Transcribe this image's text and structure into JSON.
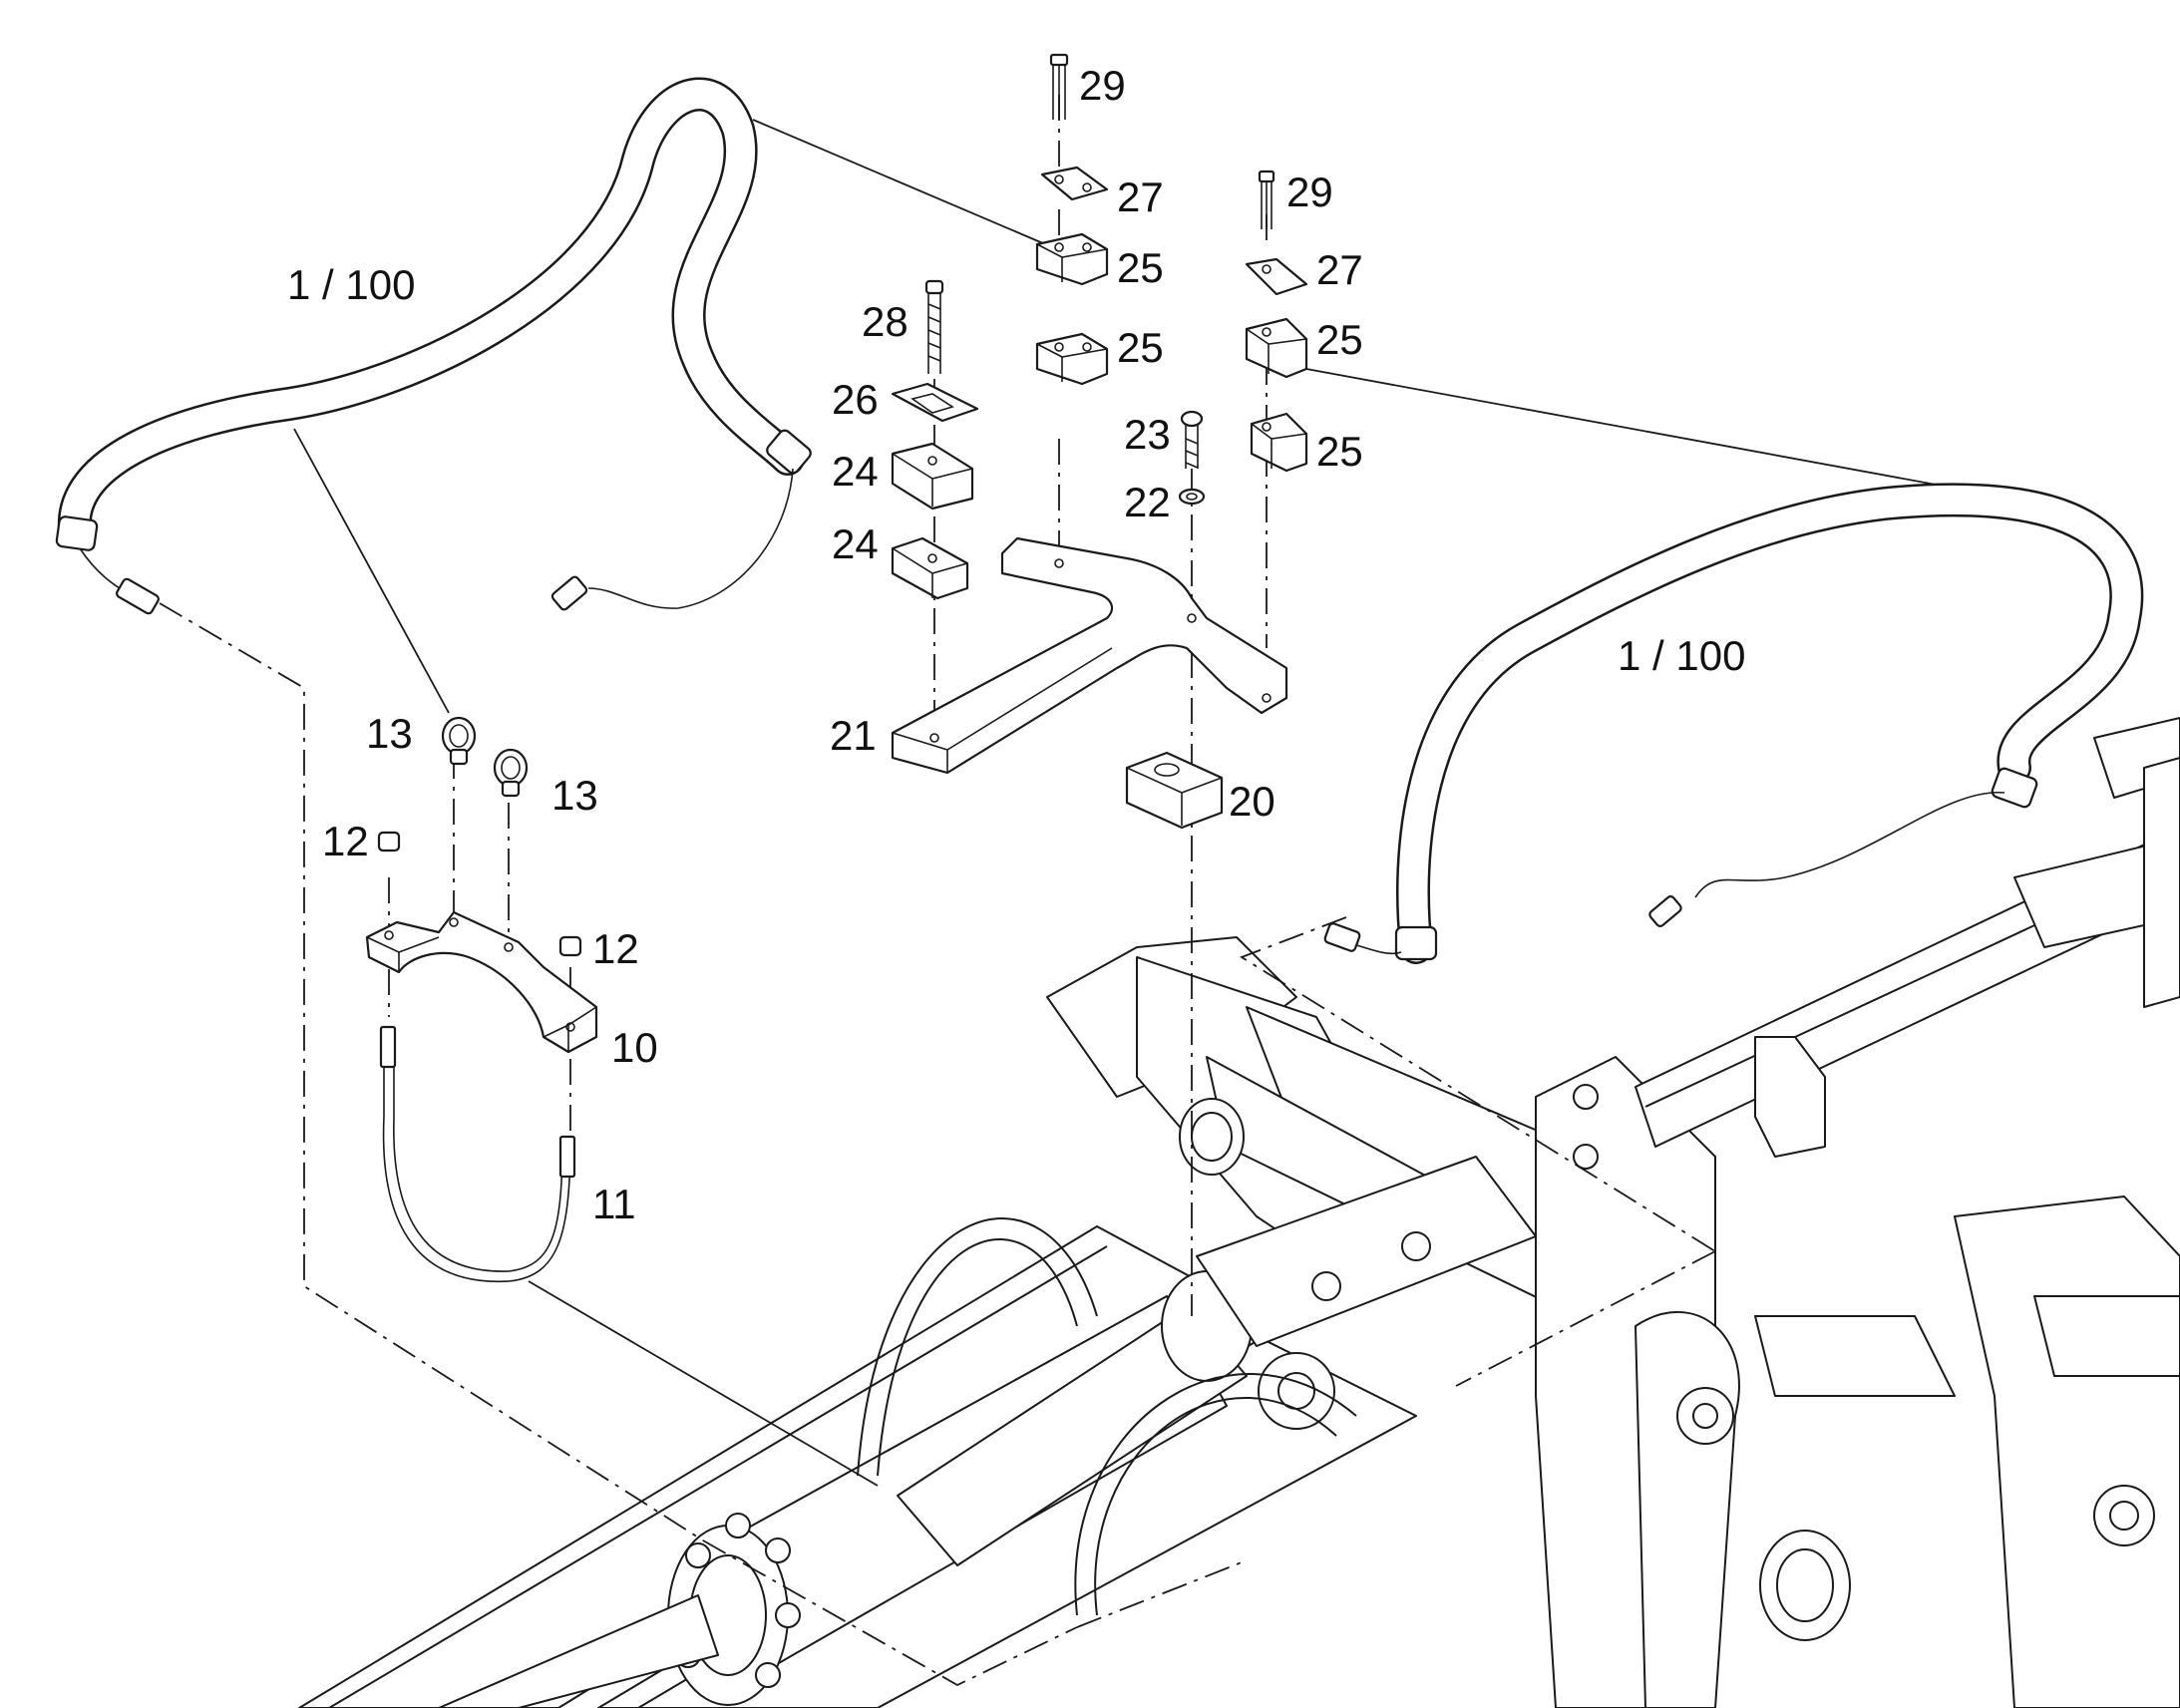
{
  "diagram": {
    "scale_labels": [
      "1 / 100",
      "1 / 100"
    ],
    "part_labels": {
      "p29a": "29",
      "p27a": "27",
      "p25a": "25",
      "p25b": "25",
      "p29b": "29",
      "p27b": "27",
      "p25c": "25",
      "p25d": "25",
      "p28": "28",
      "p26": "26",
      "p24a": "24",
      "p24b": "24",
      "p23": "23",
      "p22": "22",
      "p21": "21",
      "p20": "20",
      "p13a": "13",
      "p13b": "13",
      "p12a": "12",
      "p12b": "12",
      "p10": "10",
      "p11": "11"
    }
  }
}
